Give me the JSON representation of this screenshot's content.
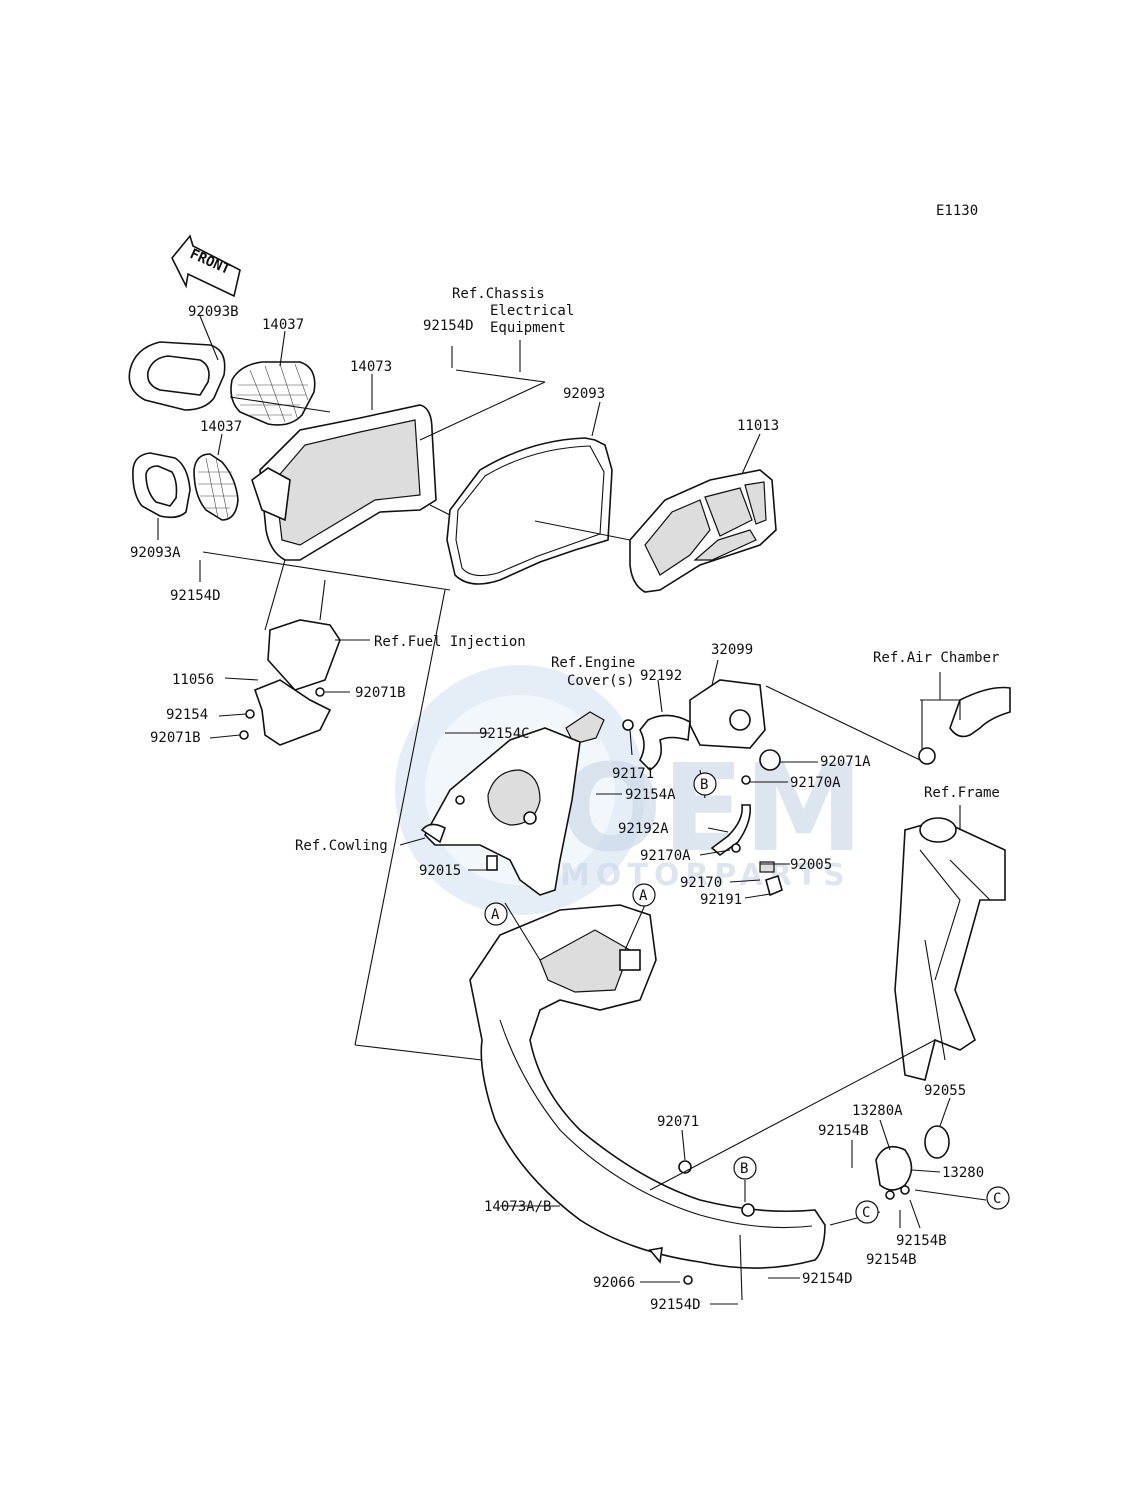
{
  "diagram_code": "E1130",
  "front_arrow": "FRONT",
  "watermark": {
    "logo": "OEM",
    "sub": "MOTORPARTS"
  },
  "parts": [
    "92093B",
    "14037",
    "14073",
    "92154D",
    "92093",
    "11013",
    "14037",
    "92093A",
    "92154D",
    "11056",
    "92154",
    "92071B",
    "92071B",
    "92192",
    "32099",
    "92154C",
    "92171",
    "92071A",
    "92170A",
    "92154A",
    "92192A",
    "92170A",
    "92005",
    "92015",
    "92170",
    "92191",
    "92055",
    "92071",
    "13280A",
    "92154B",
    "13280",
    "14073A/B",
    "92154B",
    "92154B",
    "92066",
    "92154D",
    "92154D"
  ],
  "references": {
    "chassis": [
      "Ref.Chassis",
      "Electrical",
      "Equipment"
    ],
    "fuel": "Ref.Fuel Injection",
    "engine": [
      "Ref.Engine",
      "Cover(s)"
    ],
    "air_chamber": "Ref.Air Chamber",
    "frame": "Ref.Frame",
    "cowling": "Ref.Cowling"
  },
  "callouts": [
    "A",
    "A",
    "B",
    "B",
    "C",
    "C"
  ]
}
